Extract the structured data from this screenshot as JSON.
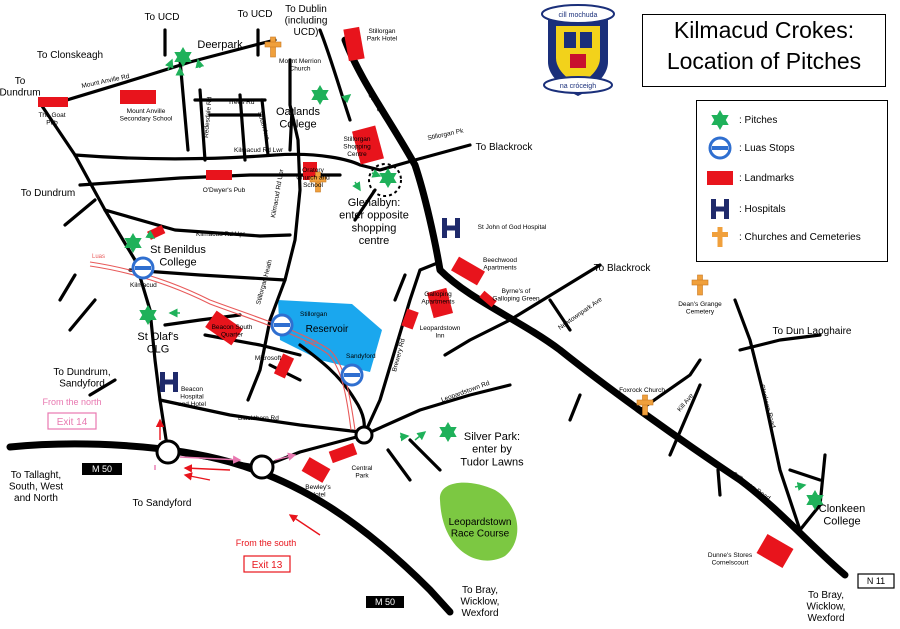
{
  "title": {
    "line1": "Kilmacud Crokes:",
    "line2": "Location of Pitches"
  },
  "crest": {
    "top_text": "cill mochuda",
    "bottom_text": "na cróceigh",
    "colors": {
      "blue": "#1a2f7a",
      "yellow": "#f2d21b",
      "red": "#c8102e"
    }
  },
  "legend": {
    "items": [
      {
        "icon": "pitch-star-icon",
        "label": ": Pitches"
      },
      {
        "icon": "luas-stop-icon",
        "label": ": Luas Stops"
      },
      {
        "icon": "landmark-rect-icon",
        "label": ": Landmarks"
      },
      {
        "icon": "hospital-h-icon",
        "label": ": Hospitals"
      },
      {
        "icon": "church-cross-icon",
        "label": ": Churches and Cemeteries"
      }
    ]
  },
  "colors": {
    "pitch": "#1fb15a",
    "luas": "#2f6fd0",
    "landmark": "#e8141c",
    "hospital": "#1f2a6b",
    "church": "#f0a03c",
    "reservoir": "#1aa7ee",
    "racecourse": "#7cc842",
    "luas_line": "#e85a5a",
    "exit_north": "#e878b0",
    "exit_south": "#e8141c"
  },
  "directions": {
    "to_ucd_1": "To UCD",
    "to_ucd_2": "To UCD",
    "to_dublin": "To Dublin\n(including\nUCD)",
    "to_clonskeagh": "To Clonskeagh",
    "to_dundrum_1": "To\nDundrum",
    "to_dundrum_2": "To Dundrum",
    "to_blackrock_1": "To Blackrock",
    "to_blackrock_2": "To Blackrock",
    "to_dun_laoghaire": "To Dun Laoghaire",
    "to_dundrum_sandyford": "To Dundrum,\nSandyford",
    "to_tallaght": "To Tallaght,\nSouth, West\nand North",
    "to_sandyford": "To Sandyford",
    "to_bray_1": "To Bray,\nWicklow,\nWexford",
    "to_bray_2": "To Bray,\nWicklow,\nWexford"
  },
  "pitches": {
    "deerpark": "Deerpark",
    "oatlands": "Oatlands\nCollege",
    "glenalbyn": "Glenalbyn:\nenter opposite\nshopping\ncentre",
    "st_benildus": "St Benildus\nCollege",
    "st_olafs": "St Olaf's\nCLG",
    "silver_park": "Silver Park:\nenter by\nTudor Lawns",
    "clonkeen": "Clonkeen\nCollege"
  },
  "roads": {
    "mount_anville_rd": "Mount Anville Rd",
    "trees_rd": "Trees Rd",
    "roebuck_rd": "Redesdale Rd",
    "south_ave": "South Ave",
    "kilmacud_rd_lwr": "Kilmacud Rd Lwr",
    "kilmacud_rd_upr": "Kilmacud Rd Upr",
    "kilmacud_rd_upr2": "Kilmacud Rd Upr",
    "stillorgan_rd": "Stillorgan Rd",
    "stillorgan_pk": "Stillorgan Pk",
    "stillorgan_heath": "Stillorgan Heath",
    "blackthorn_rd": "Blackthorn Rd",
    "brewery_rd": "Brewery Rd",
    "leopardstown_rd": "Leopardstown Rd",
    "newtownpark_ave": "Newtownpark Ave",
    "kill_ave": "Kill Ave",
    "clonkeen_road": "Clonkeen Road",
    "stillorgan_road2": "Stillorgan Road"
  },
  "landmarks": {
    "goat_pub": "The Goat\nPub",
    "mount_anville_school": "Mount Anville\nSecondary School",
    "odwyers": "O'Dwyer's Pub",
    "stillorgan_park_hotel": "Stillorgan\nPark Hotel",
    "mount_merrion_church": "Mount Merrion\nChurch",
    "stillorgan_shopping": "Stillorgan\nShopping\nCentre",
    "church_school": "Oratory\nChurch and\nSchool",
    "st_john_of_god": "St John of God Hospital",
    "beechwood": "Beechwood\nApartments",
    "bynes": "Byrne's of\nGalloping Green",
    "galloping_apts": "Galloping\nApartments",
    "leopardstown_inn": "Leopardstown\nInn",
    "deans_grange": "Dean's Grange\nCemetery",
    "beacon_south": "Beacon South\nQuarter",
    "microsoft": "Microsoft",
    "beacon_hospital": "Beacon\nHospital\nand Hotel",
    "central_park": "Central\nPark",
    "bewleys": "Bewley's\nHotel",
    "foxrock_church": "Foxrock Church",
    "dunnes": "Dunne's Stores\nCornelscourt",
    "reservoir": "Reservoir",
    "racecourse": "Leopardstown\nRace Course"
  },
  "luas": {
    "luas_label": "Luas",
    "kilmacud": "Kilmacud",
    "stillorgan": "Stillorgan",
    "sandyford": "Sandyford",
    "luas_label2": "Luas"
  },
  "motorway": {
    "m50_a": "M 50",
    "m50_b": "M 50",
    "n11": "N 11"
  },
  "exits": {
    "from_north": "From the north",
    "exit14": "Exit 14",
    "from_south": "From the south",
    "exit13": "Exit 13"
  }
}
